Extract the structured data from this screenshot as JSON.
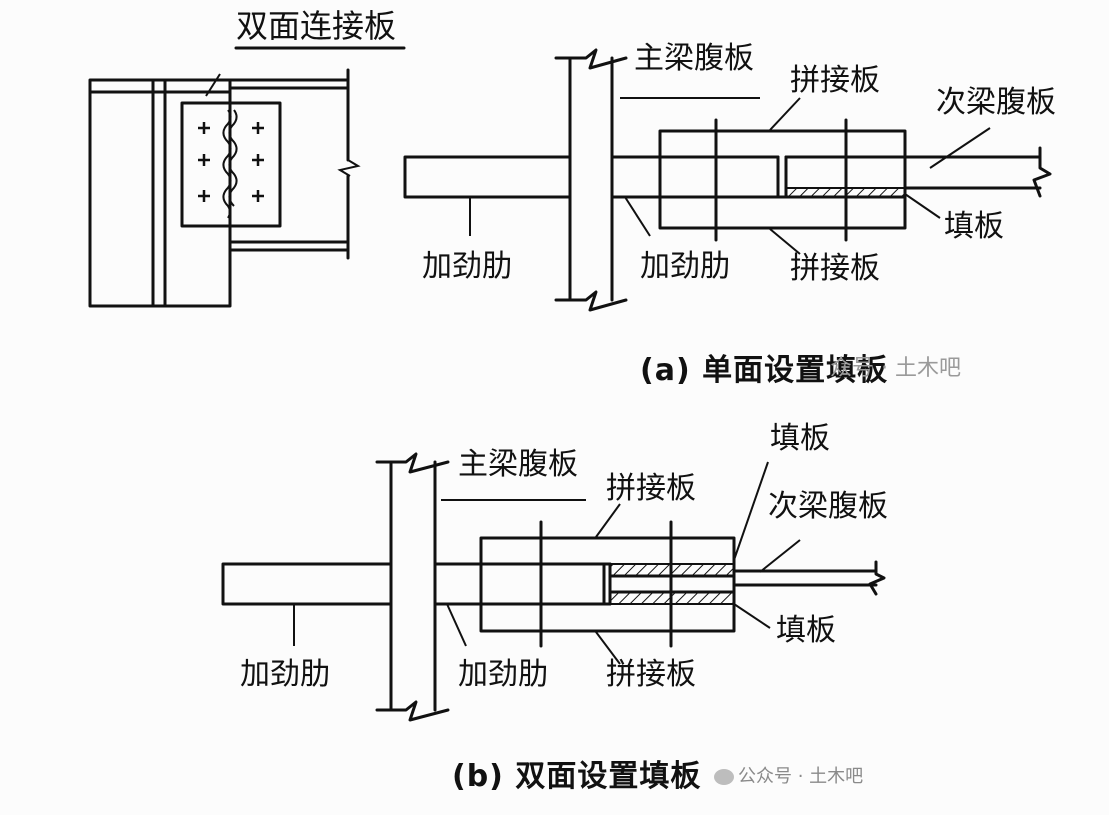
{
  "labels": {
    "double_splice_plate": "双面连接板",
    "a_main_web": "主梁腹板",
    "a_splice_top": "拼接板",
    "a_sec_web": "次梁腹板",
    "a_filler": "填板",
    "a_splice_bottom": "拼接板",
    "a_stiffener_left": "加劲肋",
    "a_stiffener_right": "加劲肋",
    "b_main_web": "主梁腹板",
    "b_splice_top": "拼接板",
    "b_filler_top": "填板",
    "b_sec_web": "次梁腹板",
    "b_filler_bottom": "填板",
    "b_splice_bottom": "拼接板",
    "b_stiffener_left": "加劲肋",
    "b_stiffener_right": "加劲肋"
  },
  "captions": {
    "a": "(a) 单面设置填板",
    "b": "(b) 双面设置填板"
  },
  "watermark": {
    "text_a": "众号 · 土木吧",
    "text_b": "公众号 · 土木吧"
  }
}
